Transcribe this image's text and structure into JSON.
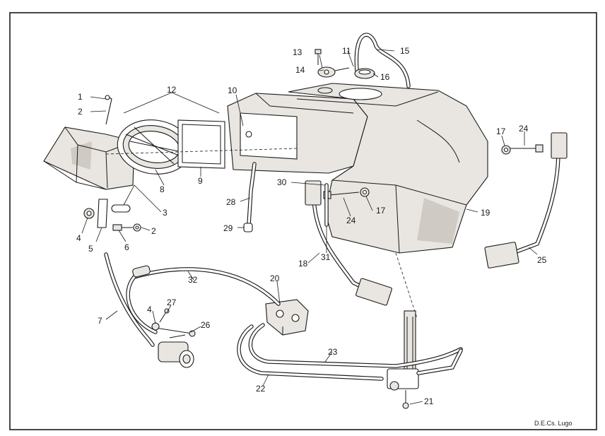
{
  "header": {
    "code": ""
  },
  "credit": "D.E.Cs. Lugo",
  "callouts": [
    {
      "id": "c1",
      "text": "1"
    },
    {
      "id": "c2a",
      "text": "2"
    },
    {
      "id": "c2b",
      "text": "2"
    },
    {
      "id": "c3",
      "text": "3"
    },
    {
      "id": "c4a",
      "text": "4"
    },
    {
      "id": "c4b",
      "text": "4"
    },
    {
      "id": "c5",
      "text": "5"
    },
    {
      "id": "c6",
      "text": "6"
    },
    {
      "id": "c7",
      "text": "7"
    },
    {
      "id": "c8",
      "text": "8"
    },
    {
      "id": "c9",
      "text": "9"
    },
    {
      "id": "c10",
      "text": "10"
    },
    {
      "id": "c11",
      "text": "11"
    },
    {
      "id": "c12",
      "text": "12"
    },
    {
      "id": "c13",
      "text": "13"
    },
    {
      "id": "c14",
      "text": "14"
    },
    {
      "id": "c15",
      "text": "15"
    },
    {
      "id": "c16",
      "text": "16"
    },
    {
      "id": "c17a",
      "text": "17"
    },
    {
      "id": "c17b",
      "text": "17"
    },
    {
      "id": "c18",
      "text": "18"
    },
    {
      "id": "c19",
      "text": "19"
    },
    {
      "id": "c20",
      "text": "20"
    },
    {
      "id": "c21",
      "text": "21"
    },
    {
      "id": "c22",
      "text": "22"
    },
    {
      "id": "c23",
      "text": "23"
    },
    {
      "id": "c24a",
      "text": "24"
    },
    {
      "id": "c24b",
      "text": "24"
    },
    {
      "id": "c25",
      "text": "25"
    },
    {
      "id": "c26",
      "text": "26"
    },
    {
      "id": "c27",
      "text": "27"
    },
    {
      "id": "c28",
      "text": "28"
    },
    {
      "id": "c29",
      "text": "29"
    },
    {
      "id": "c30",
      "text": "30"
    },
    {
      "id": "c31",
      "text": "31"
    },
    {
      "id": "c32",
      "text": "32"
    }
  ]
}
